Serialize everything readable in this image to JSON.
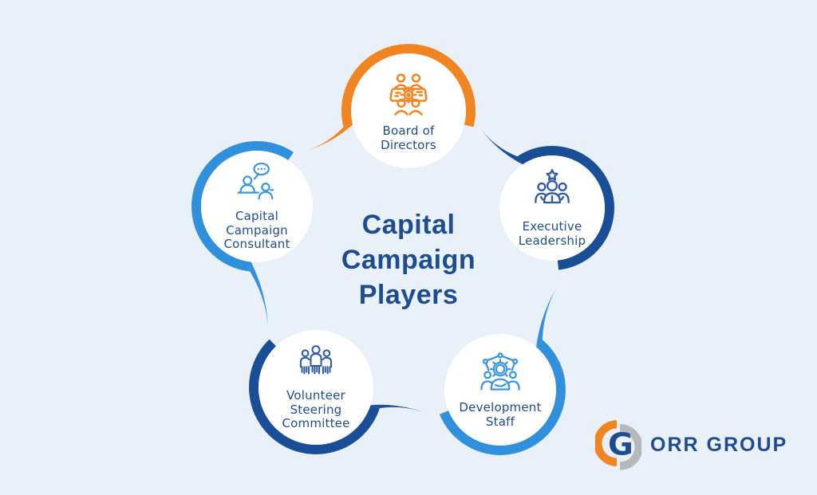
{
  "title": "Capital\nCampaign\nPlayers",
  "colors": {
    "background": "#E9F0F8",
    "orange": "#F08522",
    "dark_blue": "#1A4E96",
    "light_blue": "#3190DC",
    "navy_text": "#1D4D8E",
    "icon_dark": "#2E5BA4",
    "icon_light": "#3A96DE",
    "logo_gray": "#B6B9BC",
    "circle_fill": "#FFFFFF"
  },
  "players": [
    {
      "label": "Board of\nDirectors",
      "icon": "board-meeting-icon",
      "color": "orange"
    },
    {
      "label": "Executive\nLeadership",
      "icon": "executive-leadership-icon",
      "color": "dark_blue"
    },
    {
      "label": "Development\nStaff",
      "icon": "development-staff-icon",
      "color": "light_blue"
    },
    {
      "label": "Volunteer\nSteering\nCommittee",
      "icon": "volunteer-committee-icon",
      "color": "dark_blue"
    },
    {
      "label": "Capital\nCampaign\nConsultant",
      "icon": "consultant-dialog-icon",
      "color": "light_blue"
    }
  ],
  "logo": {
    "text": "ORR GROUP",
    "mark_letter": "G"
  }
}
